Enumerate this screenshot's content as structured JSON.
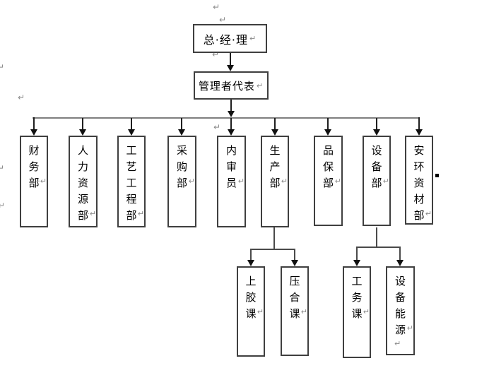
{
  "marks": {
    "return": "↵",
    "square_note": "black-square-anchor"
  },
  "colors": {
    "box_border": "#3f3f3f",
    "connector": "#1f1f1f",
    "main_horizontal_line": "#7f7f7f",
    "text": "#000000",
    "formatting_mark": "#8a8a8a",
    "background": "#ffffff"
  },
  "org": {
    "general_manager": {
      "label": "总·经·理",
      "mark": "↵"
    },
    "management_representative": {
      "label": "管理者代表",
      "mark": "↵"
    },
    "departments": [
      {
        "label": "财务部",
        "mark": "·↵"
      },
      {
        "label": "人力资源部",
        "mark": "·↵"
      },
      {
        "label": "工艺工程部",
        "mark": "↵"
      },
      {
        "label": "采购部",
        "mark": "↵"
      },
      {
        "label": "内审员",
        "mark": "↵"
      },
      {
        "label": "生产部",
        "mark": "↵"
      },
      {
        "label": "品保部",
        "mark": "↵"
      },
      {
        "label": "设备部",
        "mark": "↵"
      },
      {
        "label": "安环资材部",
        "mark": "↵"
      }
    ],
    "production_sections": [
      {
        "label": "上胶课",
        "mark": "↵"
      },
      {
        "label": "压合课",
        "mark": "↵"
      }
    ],
    "equipment_sections": [
      {
        "label": "工务课",
        "mark": "↵"
      },
      {
        "label": "设备能源",
        "mark": "↵",
        "extra_mark": "↵"
      }
    ]
  }
}
